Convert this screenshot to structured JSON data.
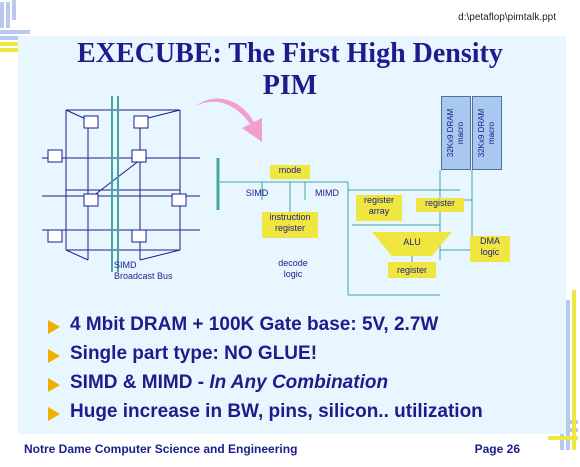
{
  "file_path": "d:\\petaflop\\pimtalk.ppt",
  "title_line1": "EXECUBE:  The First High Density",
  "title_line2": "PIM",
  "diagram": {
    "simd_bus_label_1": "SIMD",
    "simd_bus_label_2": "Broadcast Bus",
    "mode": "mode",
    "simd": "SIMD",
    "mimd": "MIMD",
    "instruction_register_1": "instruction",
    "instruction_register_2": "register",
    "decode_logic_1": "decode",
    "decode_logic_2": "logic",
    "register_array_1": "register",
    "register_array_2": "array",
    "register_top": "register",
    "alu": "ALU",
    "register_bottom": "register",
    "dma_logic_1": "DMA",
    "dma_logic_2": "logic",
    "dram1_line1": "32Kx9 DRAM",
    "dram1_line2": "macro",
    "dram2_line1": "32Kx9 DRAM",
    "dram2_line2": "macro"
  },
  "bullets": [
    {
      "text": "4 Mbit DRAM + 100K Gate base: 5V, 2.7W"
    },
    {
      "text": "Single part type: NO GLUE!"
    },
    {
      "text_plain": "SIMD & MIMD - ",
      "text_italic": "In Any Combination"
    },
    {
      "text": "Huge increase in BW, pins, silicon.. utilization"
    }
  ],
  "footer": {
    "left": "Notre Dame Computer Science and Engineering",
    "right": "Page 26"
  },
  "colors": {
    "title": "#1c1c8c",
    "box_fill": "#f0e640",
    "bullet": "#f0b000",
    "dram_fill": "#a8c8f0",
    "arrow": "#f0a0d0",
    "background_panel": "#e8f7ff"
  }
}
